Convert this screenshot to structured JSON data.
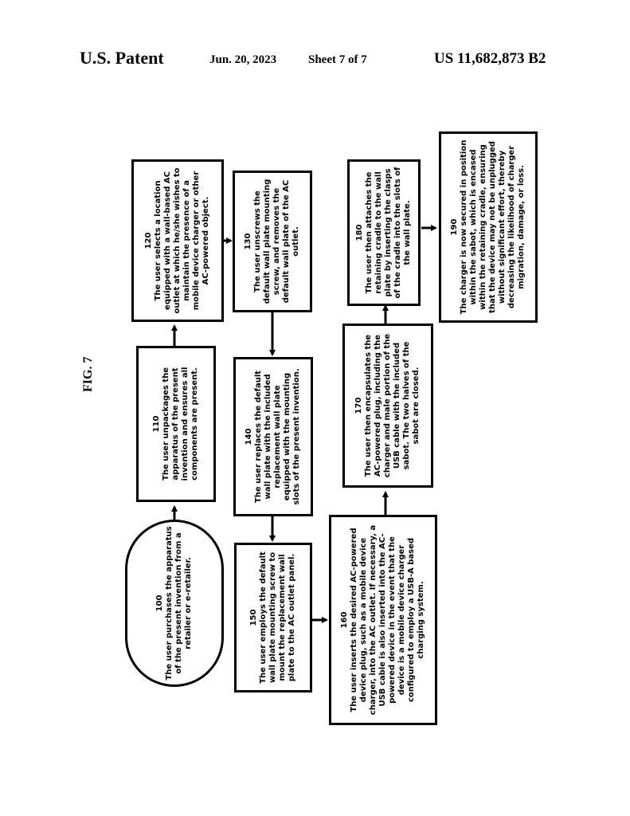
{
  "header": {
    "patent": "U.S. Patent",
    "date": "Jun. 20, 2023",
    "sheet": "Sheet 7 of 7",
    "number": "US 11,682,873 B2"
  },
  "figure_label": "FIG. 7",
  "steps": {
    "s100": {
      "num": "100",
      "text": "The user purchases the apparatus of the present invention from a retailer or e-retailer."
    },
    "s110": {
      "num": "110",
      "text": "The user unpackages the apparatus of the present invention and ensures all components are present."
    },
    "s120": {
      "num": "120",
      "text": "The user selects a location equipped with a wall-based AC outlet at which he/she wishes to maintain the presence of a mobile device charger or other AC-powered object."
    },
    "s130": {
      "num": "130",
      "text": "The user unscrews the default wall plate mounting screw, and removes the default wall plate of the AC outlet."
    },
    "s140": {
      "num": "140",
      "text": "The user replaces the default wall plate with the included replacement wall plate equipped with the mounting slots of the present invention."
    },
    "s150": {
      "num": "150",
      "text": "The user employs the default wall plate mounting screw to mount the replacement wall plate to the AC outlet panel."
    },
    "s160": {
      "num": "160",
      "text": "The user inserts the desired AC-powered device plug, such as a mobile device charger, into the AC outlet. If necessary, a USB cable is also inserted into the AC-powered device in the event that the device is a mobile device charger configured to employ a USB-A based charging system."
    },
    "s170": {
      "num": "170",
      "text": "The user then encapsulates the AC-powered plug, including the charger and male portion of the USB cable with the included sabot. The two halves of the sabot are closed."
    },
    "s180": {
      "num": "180",
      "text": "The user then attaches the retaining cradle to the wall plate by inserting the clasps of the cradle into the slots of the wall plate."
    },
    "s190": {
      "num": "190",
      "text": "The charger is now secured in position within the sabot, which is encased within the retaining cradle, ensuring that the device may not be unplugged without significant effort, thereby decreasing the likelihood of charger migration, damage, or loss."
    }
  }
}
